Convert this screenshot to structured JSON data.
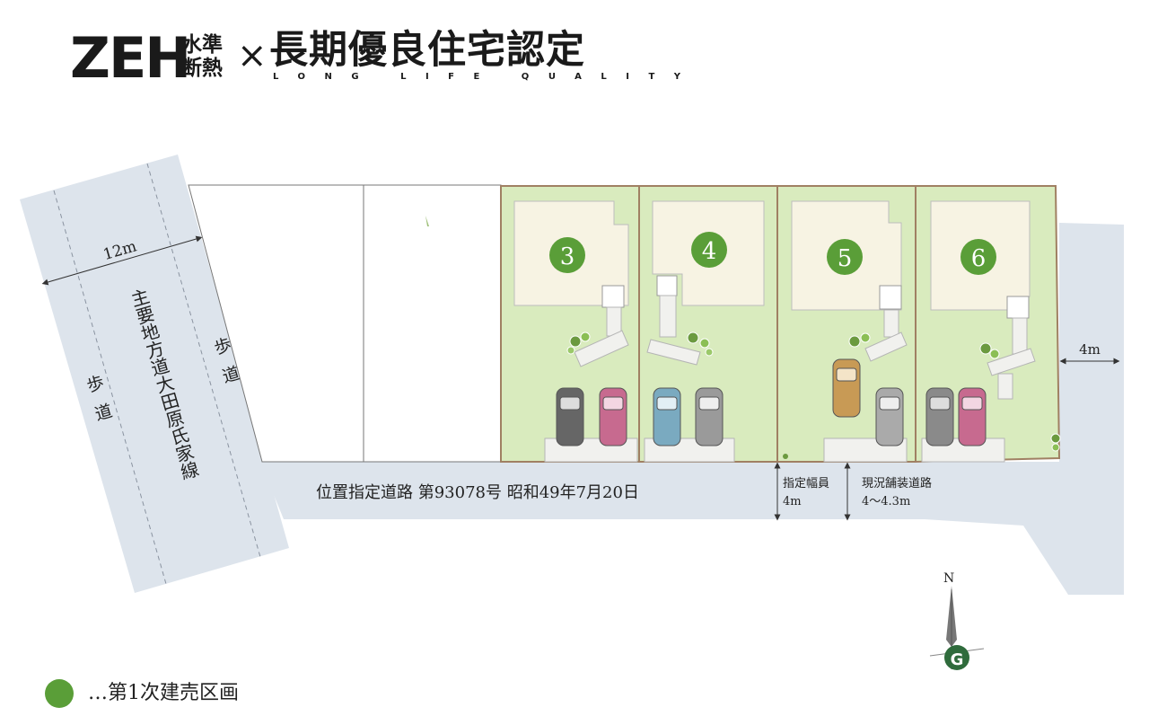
{
  "header": {
    "zeh": "ZEH",
    "zeh_sub_1": "水準",
    "zeh_sub_2": "断熱",
    "times": "×",
    "title": "長期優良住宅認定",
    "subtitle_en": "LONG LIFE QUALITY"
  },
  "roads": {
    "main_road_width": "12m",
    "main_road_name": "主要地方道大田原氏家線",
    "sidewalk": "歩道",
    "designated_road": "位置指定道路 第93078号 昭和49年7月20日",
    "designated_width_label": "指定幅員",
    "designated_width_value": "4m",
    "paved_label": "現況舗装道路",
    "paved_value": "4～4.3m",
    "east_road_width": "4m"
  },
  "lots": [
    {
      "number": "3"
    },
    {
      "number": "4"
    },
    {
      "number": "5"
    },
    {
      "number": "6"
    }
  ],
  "compass": {
    "north": "N",
    "logo": "G"
  },
  "legend": {
    "text": "…第1次建売区画"
  },
  "colors": {
    "lot_green": "#d9ebbe",
    "lot_border": "#a08063",
    "lot_badge": "#5a9e38",
    "road": "#dde4ec",
    "house": "#f7f3e3",
    "paving": "#f1f1ee"
  }
}
